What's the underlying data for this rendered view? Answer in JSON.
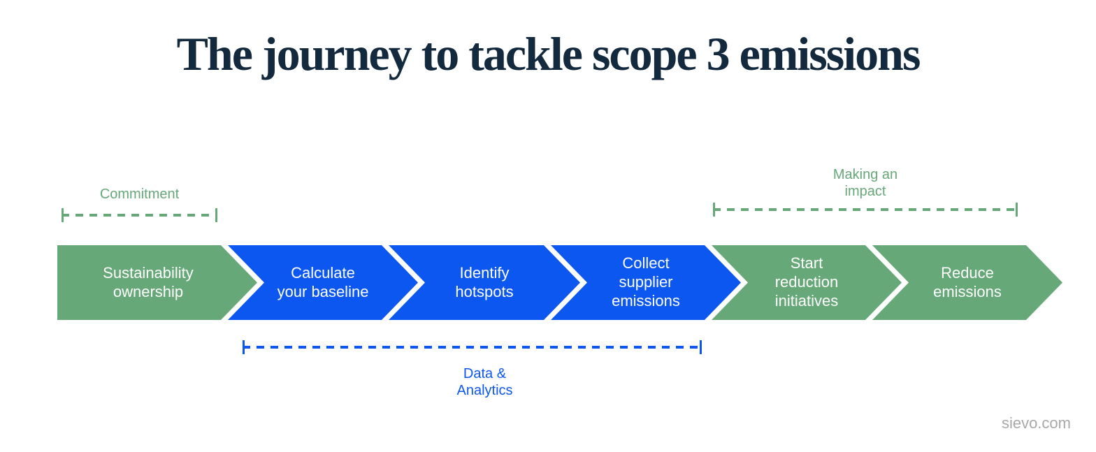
{
  "title": "The journey to tackle scope 3 emissions",
  "colors": {
    "green": "#66a878",
    "blue": "#0d57f1",
    "title": "#13293d",
    "footer_gray": "#a8a8a8",
    "step_text": "#ffffff"
  },
  "flow": {
    "steps": [
      {
        "label": "Sustainability\nownership",
        "color": "green"
      },
      {
        "label": "Calculate\nyour baseline",
        "color": "blue"
      },
      {
        "label": "Identify\nhotspots",
        "color": "blue"
      },
      {
        "label": "Collect\nsupplier\nemissions",
        "color": "blue"
      },
      {
        "label": "Start\nreduction\ninitiatives",
        "color": "green"
      },
      {
        "label": "Reduce\nemissions",
        "color": "green"
      }
    ]
  },
  "brackets": [
    {
      "label": "Commitment",
      "color": "green",
      "position": "above-first-step"
    },
    {
      "label": "Making an\nimpact",
      "color": "green",
      "position": "above-last-two-steps"
    },
    {
      "label": "Data &\nAnalytics",
      "color": "blue",
      "position": "below-blue-steps"
    }
  ],
  "footer": {
    "site": "sievo.com"
  }
}
